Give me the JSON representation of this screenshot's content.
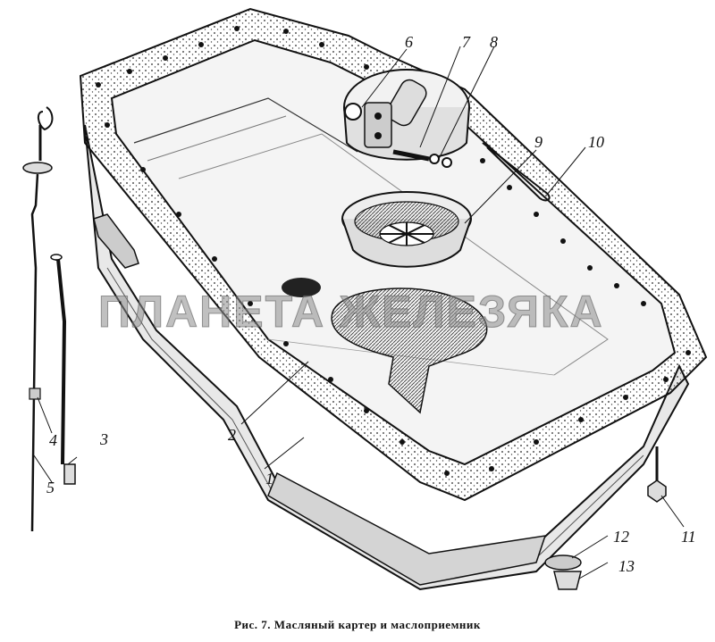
{
  "figure": {
    "caption": "Рис. 7. Масляный картер и маслоприемник",
    "watermark": "ПЛАНЕТА ЖЕЛЕЗЯКА",
    "callouts": [
      "1",
      "2",
      "3",
      "4",
      "5",
      "6",
      "7",
      "8",
      "9",
      "10",
      "11",
      "12",
      "13"
    ]
  },
  "colors": {
    "ink": "#111111",
    "shade": "#555555",
    "paper": "#ffffff"
  }
}
